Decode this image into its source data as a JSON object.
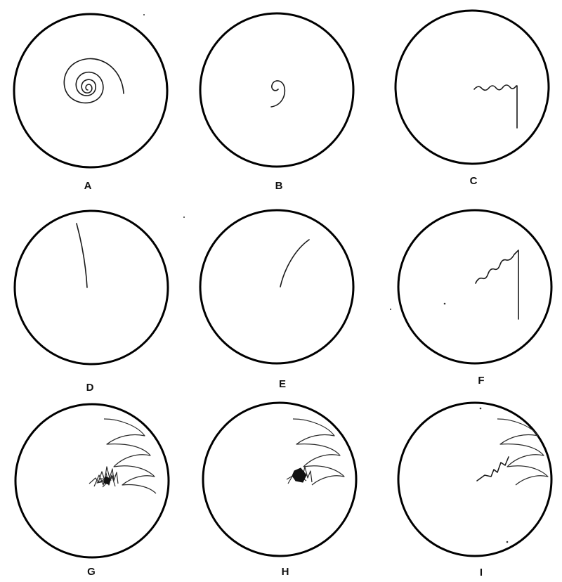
{
  "panels": [
    {
      "label": "A",
      "pattern": "multi-turn spiral"
    },
    {
      "label": "B",
      "pattern": "small curl"
    },
    {
      "label": "C",
      "pattern": "wavy horizontal with vertical drop"
    },
    {
      "label": "D",
      "pattern": "slightly curved vertical line"
    },
    {
      "label": "E",
      "pattern": "curved diagonal arc"
    },
    {
      "label": "F",
      "pattern": "wavy diagonal with vertical drop"
    },
    {
      "label": "G",
      "pattern": "sawtooth loops with dense cluster"
    },
    {
      "label": "H",
      "pattern": "sawtooth loops with solid blob"
    },
    {
      "label": "I",
      "pattern": "sawtooth loops with jagged tail"
    }
  ],
  "colors": {
    "ink": "#000000",
    "background": "#ffffff"
  }
}
